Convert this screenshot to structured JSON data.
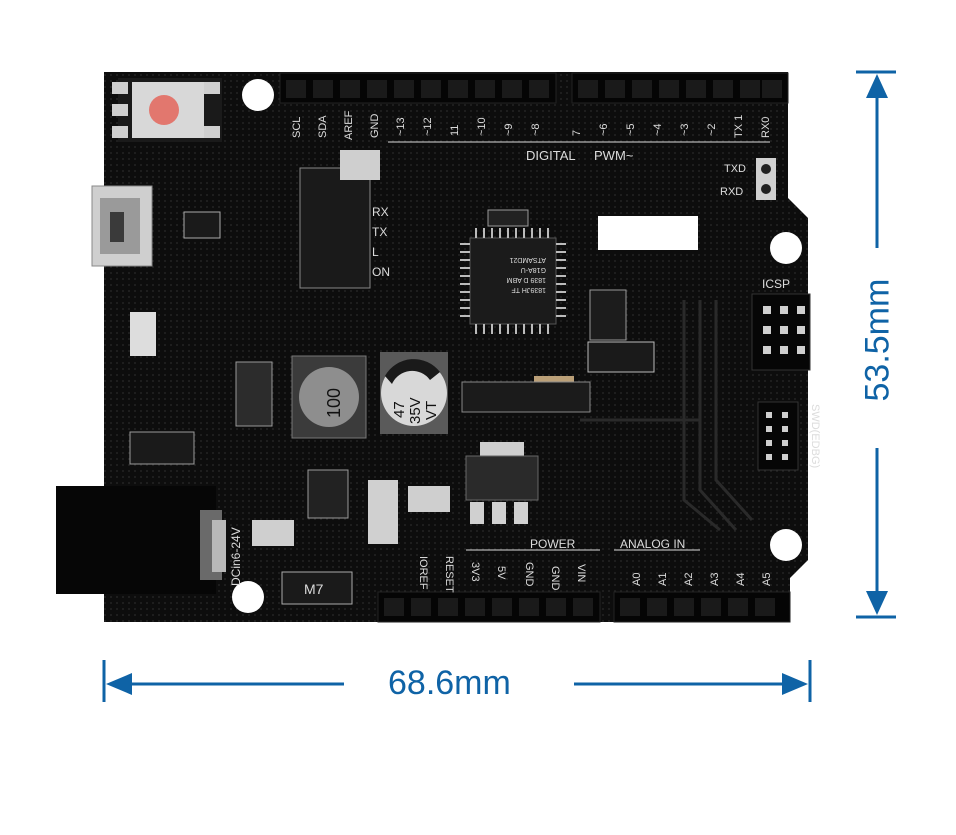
{
  "dimensions": {
    "width_label": "68.6mm",
    "height_label": "53.5mm",
    "color": "#0f63a6"
  },
  "board": {
    "pcb_color": "#101010",
    "reset_button_color": "#e2776e",
    "top_left_labels": [
      "SCL",
      "SDA",
      "AREF",
      "GND"
    ],
    "digital_pins": [
      "~13",
      "~12",
      "11",
      "~10",
      "~9",
      "~8",
      "7",
      "~6",
      "~5",
      "~4",
      "~3",
      "~2",
      "TX 1",
      "RX0"
    ],
    "digital_label": "DIGITAL",
    "pwm_label": "PWM~",
    "serial_labels": [
      "TXD",
      "RXD"
    ],
    "led_labels": [
      "RX",
      "TX",
      "L",
      "ON"
    ],
    "chip_lines": [
      "ATSAMD21",
      "G18A-U",
      "1839 D ABM",
      "1839JH TF"
    ],
    "icsp_label": "ICSP",
    "swd_label": "SWD(EDBG)",
    "inductor_label": "100",
    "capacitor_lines": [
      "47",
      "35V",
      "VT"
    ],
    "power_header_label": "POWER",
    "power_pins": [
      "IOREF",
      "RESET",
      "3V3",
      "5V",
      "GND",
      "GND",
      "VIN"
    ],
    "analog_header_label": "ANALOG IN",
    "analog_pins": [
      "A0",
      "A1",
      "A2",
      "A3",
      "A4",
      "A5"
    ],
    "power_jack_label": "DCin6-24V",
    "diode_label": "M7"
  }
}
